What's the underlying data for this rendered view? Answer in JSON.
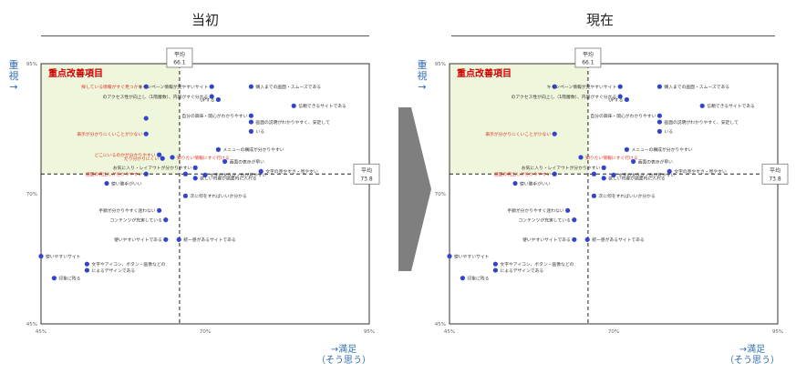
{
  "panels": [
    {
      "title": "当初"
    },
    {
      "title": "現在"
    }
  ],
  "colors": {
    "point": "#3344cc",
    "priority_zone": "#eef6dc",
    "priority_text": "#cc0000",
    "red_label": "#e03020",
    "axis_blue": "#2e6db4",
    "transition_arrow": "#7f7f7f"
  },
  "chart_data": [
    {
      "type": "scatter",
      "title": "",
      "xlabel": "→満足\n（そう思う）",
      "ylabel": "重視→",
      "xlim": [
        45,
        95
      ],
      "ylim": [
        45,
        95
      ],
      "x_ticks": [
        "45%",
        "70%",
        "95%"
      ],
      "y_ticks": [
        "95%",
        "70%",
        "45%"
      ],
      "grid": false,
      "priority_label": "重点改善項目",
      "mean_x": {
        "label": "平均",
        "value": "66.1",
        "at": 66.1
      },
      "mean_y": {
        "label": "平均",
        "value": "73.8",
        "at": 73.8
      },
      "points": [
        {
          "x": 61.0,
          "y": 90.6,
          "label": "探している情報がすぐ見つかる",
          "red": true,
          "side": "left"
        },
        {
          "x": 61.0,
          "y": 84.5,
          "label": "",
          "red": false,
          "side": "right"
        },
        {
          "x": 71.0,
          "y": 90.6,
          "label": "キャンペーン情報が見やすいサイト",
          "red": false,
          "side": "left"
        },
        {
          "x": 71.0,
          "y": 88.7,
          "label": "のアクセス性が向上し（1階層数）、内容がすぐ分かる",
          "red": false,
          "side": "left"
        },
        {
          "x": 72.0,
          "y": 88.1,
          "label": "UPする",
          "red": false,
          "side": "left"
        },
        {
          "x": 77.0,
          "y": 90.6,
          "label": "購入までの画面・スムーズである",
          "red": false,
          "side": "right"
        },
        {
          "x": 83.5,
          "y": 86.9,
          "label": "信頼できるサイトである",
          "red": false,
          "side": "right"
        },
        {
          "x": 77.0,
          "y": 85.0,
          "label": "自分の興味・関心がわかりやすい",
          "red": false,
          "side": "left"
        },
        {
          "x": 77.0,
          "y": 83.8,
          "label": "画面の説明がわかりやすく、安定して",
          "red": false,
          "side": "right"
        },
        {
          "x": 77.0,
          "y": 82.0,
          "label": "いる",
          "red": false,
          "side": "right"
        },
        {
          "x": 61.0,
          "y": 81.5,
          "label": "表示が分かりにくいことが少ない",
          "red": true,
          "side": "left"
        },
        {
          "x": 72.0,
          "y": 78.5,
          "label": "メニューの構成が分かりやすい",
          "red": false,
          "side": "right"
        },
        {
          "x": 63.0,
          "y": 77.5,
          "label": "どこにいるのかが分かりやすい",
          "red": true,
          "side": "left"
        },
        {
          "x": 63.5,
          "y": 76.8,
          "label": "たり分かりにくい",
          "red": true,
          "side": "left"
        },
        {
          "x": 65.0,
          "y": 77.0,
          "label": "知りたい情報にすぐ行ける",
          "red": true,
          "side": "right"
        },
        {
          "x": 73.0,
          "y": 76.2,
          "label": "画面の表示が早い",
          "red": false,
          "side": "right"
        },
        {
          "x": 68.5,
          "y": 75.0,
          "label": "お気に入り・レイアウトが分かりやすい",
          "red": false,
          "side": "left"
        },
        {
          "x": 61.0,
          "y": 73.8,
          "label": "画面の見出しが分かりやすい",
          "red": true,
          "side": "left"
        },
        {
          "x": 67.0,
          "y": 73.8,
          "label": "",
          "red": false,
          "side": "right"
        },
        {
          "x": 70.0,
          "y": 73.6,
          "label": "文字の大きさ・色が見やすい",
          "red": false,
          "side": "right"
        },
        {
          "x": 68.5,
          "y": 73.0,
          "label": "欲しい内容が画面内に入れる",
          "red": false,
          "side": "right"
        },
        {
          "x": 78.5,
          "y": 74.3,
          "label": "文字の見やすさ・見やすい",
          "red": false,
          "side": "right"
        },
        {
          "x": 55.0,
          "y": 72.0,
          "label": "使い勝手がいい",
          "red": false,
          "side": "right"
        },
        {
          "x": 67.0,
          "y": 69.6,
          "label": "次に何をすればいいか分かる",
          "red": false,
          "side": "right"
        },
        {
          "x": 63.0,
          "y": 66.8,
          "label": "手順が分かりやすく迷わない",
          "red": false,
          "side": "left"
        },
        {
          "x": 64.0,
          "y": 65.0,
          "label": "コンテンツが充実している",
          "red": false,
          "side": "left"
        },
        {
          "x": 64.0,
          "y": 61.2,
          "label": "使いやすいサイトである",
          "red": false,
          "side": "left"
        },
        {
          "x": 66.0,
          "y": 61.2,
          "label": "統一感があるサイトである",
          "red": false,
          "side": "right"
        },
        {
          "x": 45.0,
          "y": 58.0,
          "label": "使いやすいサイト",
          "red": false,
          "side": "right"
        },
        {
          "x": 52.0,
          "y": 56.5,
          "label": "文字やアイコン、ボタン・画像などの",
          "red": false,
          "side": "right"
        },
        {
          "x": 52.0,
          "y": 55.3,
          "label": "によるデザインである",
          "red": false,
          "side": "right"
        },
        {
          "x": 47.0,
          "y": 53.8,
          "label": "印象に残る",
          "red": false,
          "side": "right"
        }
      ]
    },
    {
      "type": "scatter",
      "title": "",
      "xlabel": "→満足\n（そう思う）",
      "ylabel": "重視→",
      "xlim": [
        45,
        95
      ],
      "ylim": [
        45,
        95
      ],
      "x_ticks": [
        "45%",
        "70%",
        "95%"
      ],
      "y_ticks": [
        "95%",
        "70%",
        "45%"
      ],
      "grid": false,
      "priority_label": "重点改善項目",
      "mean_x": {
        "label": "平均",
        "value": "66.1",
        "at": 66.1
      },
      "mean_y": {
        "label": "平均",
        "value": "73.8",
        "at": 73.8
      },
      "points": [
        {
          "x": 61.0,
          "y": 90.6,
          "label": "",
          "red": false,
          "side": "left"
        },
        {
          "x": 71.0,
          "y": 90.6,
          "label": "キャンペーン情報が見やすいサイト",
          "red": false,
          "side": "left"
        },
        {
          "x": 71.0,
          "y": 88.7,
          "label": "のアクセス性が向上し（1階層数）、内容がすぐ分かる",
          "red": false,
          "side": "left"
        },
        {
          "x": 72.0,
          "y": 88.1,
          "label": "UPする",
          "red": false,
          "side": "left"
        },
        {
          "x": 77.0,
          "y": 90.6,
          "label": "購入までの画面・スムーズである",
          "red": false,
          "side": "right"
        },
        {
          "x": 83.5,
          "y": 86.9,
          "label": "信頼できるサイトである",
          "red": false,
          "side": "right"
        },
        {
          "x": 77.0,
          "y": 85.0,
          "label": "自分の興味・関心がわかりやすい",
          "red": false,
          "side": "left"
        },
        {
          "x": 77.0,
          "y": 83.8,
          "label": "画面の説明がわかりやすく、安定して",
          "red": false,
          "side": "right"
        },
        {
          "x": 77.0,
          "y": 82.0,
          "label": "いる",
          "red": false,
          "side": "right"
        },
        {
          "x": 61.0,
          "y": 81.5,
          "label": "表示が分かりにくいことが少ない",
          "red": true,
          "side": "left"
        },
        {
          "x": 72.0,
          "y": 78.5,
          "label": "メニューの構成が分かりやすい",
          "red": false,
          "side": "right"
        },
        {
          "x": 65.0,
          "y": 77.0,
          "label": "知りたい情報にすぐ行ける",
          "red": true,
          "side": "right"
        },
        {
          "x": 73.0,
          "y": 76.2,
          "label": "画面の表示が早い",
          "red": false,
          "side": "right"
        },
        {
          "x": 68.5,
          "y": 75.0,
          "label": "お気に入り・レイアウトが分かりやすい",
          "red": false,
          "side": "left"
        },
        {
          "x": 61.0,
          "y": 73.8,
          "label": "画面の見出しが分かりやすい",
          "red": true,
          "side": "left"
        },
        {
          "x": 67.0,
          "y": 73.8,
          "label": "",
          "red": false,
          "side": "right"
        },
        {
          "x": 70.0,
          "y": 73.6,
          "label": "文字の大きさ・色が見やすい",
          "red": false,
          "side": "right"
        },
        {
          "x": 68.5,
          "y": 73.0,
          "label": "欲しい内容が画面内に入れる",
          "red": false,
          "side": "right"
        },
        {
          "x": 78.5,
          "y": 74.3,
          "label": "文字の見やすさ・見やすい",
          "red": false,
          "side": "right"
        },
        {
          "x": 55.0,
          "y": 72.0,
          "label": "使い勝手がいい",
          "red": false,
          "side": "right"
        },
        {
          "x": 67.0,
          "y": 69.6,
          "label": "次に何をすればいいか分かる",
          "red": false,
          "side": "right"
        },
        {
          "x": 63.0,
          "y": 66.8,
          "label": "手順が分かりやすく迷わない",
          "red": false,
          "side": "left"
        },
        {
          "x": 64.0,
          "y": 65.0,
          "label": "コンテンツが充実している",
          "red": false,
          "side": "left"
        },
        {
          "x": 64.0,
          "y": 61.2,
          "label": "使いやすいサイトである",
          "red": false,
          "side": "left"
        },
        {
          "x": 66.0,
          "y": 61.2,
          "label": "統一感があるサイトである",
          "red": false,
          "side": "right"
        },
        {
          "x": 45.0,
          "y": 58.0,
          "label": "使いやすいサイト",
          "red": false,
          "side": "right"
        },
        {
          "x": 52.0,
          "y": 56.5,
          "label": "文字やアイコン、ボタン・画像などの",
          "red": false,
          "side": "right"
        },
        {
          "x": 52.0,
          "y": 55.3,
          "label": "によるデザインである",
          "red": false,
          "side": "right"
        },
        {
          "x": 47.0,
          "y": 53.8,
          "label": "印象に残る",
          "red": false,
          "side": "right"
        }
      ]
    }
  ]
}
